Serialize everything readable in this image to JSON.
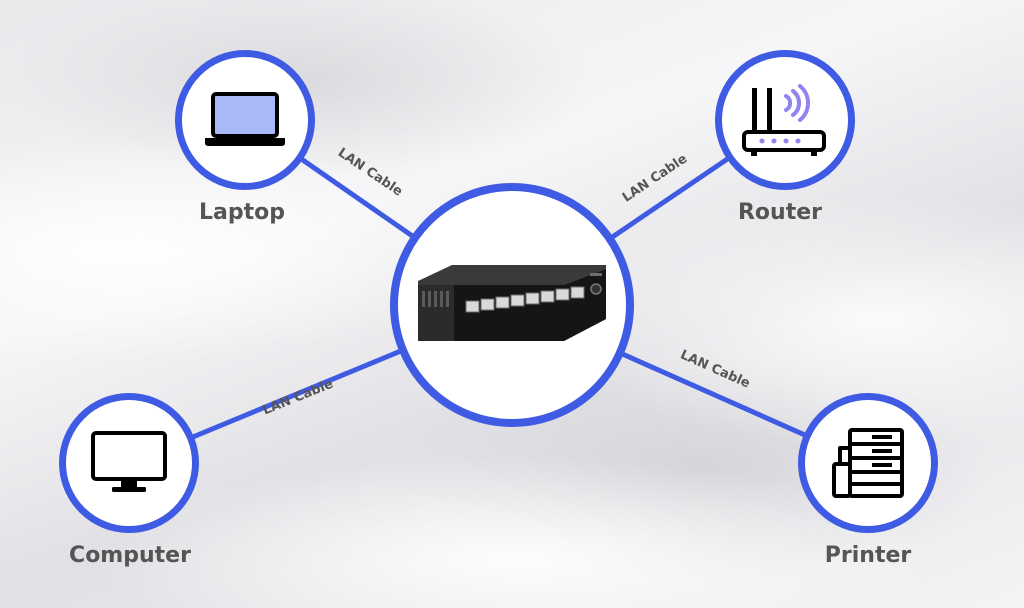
{
  "devices": {
    "laptop": {
      "label": "Laptop",
      "icon": "laptop-icon"
    },
    "router": {
      "label": "Router",
      "icon": "router-icon"
    },
    "computer": {
      "label": "Computer",
      "icon": "monitor-icon"
    },
    "printer": {
      "label": "Printer",
      "icon": "printer-icon"
    },
    "switch": {
      "icon": "network-switch-icon"
    }
  },
  "cables": {
    "laptop": "LAN Cable",
    "router": "LAN Cable",
    "computer": "LAN Cable",
    "printer": "LAN Cable"
  },
  "colors": {
    "accent": "#3f5be3",
    "label": "#555555",
    "screen_fill": "#a9b8f7",
    "wifi": "#8f84f2"
  }
}
